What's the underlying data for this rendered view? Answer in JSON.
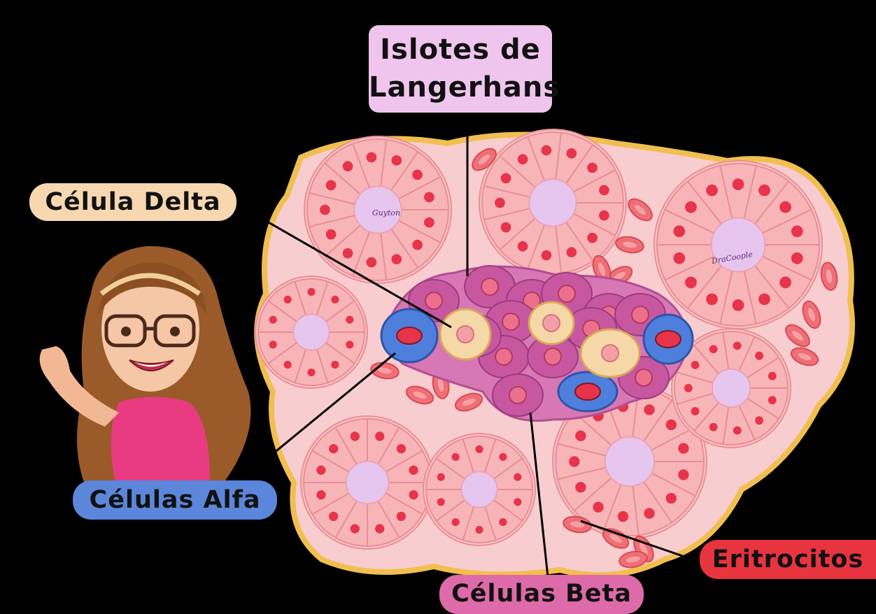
{
  "labels": {
    "islotes_line1": "Islotes de",
    "islotes_line2": "Langerhans",
    "delta": "Célula Delta",
    "alfa": "Células Alfa",
    "beta": "Células Beta",
    "eritrocitos": "Eritrocitos"
  },
  "watermarks": {
    "left_acinus": "Guyton",
    "right_acinus": "DraCoople"
  },
  "colors": {
    "alpha_cell": "#4f7fdc",
    "beta_cell": "#c7579f",
    "delta_cell": "#f6d7a8",
    "acinar_cell": "#f7b5b8",
    "nucleus": "#e8344a",
    "erythrocyte": "#ef6f76",
    "tissue_border": "#f3c86a"
  }
}
